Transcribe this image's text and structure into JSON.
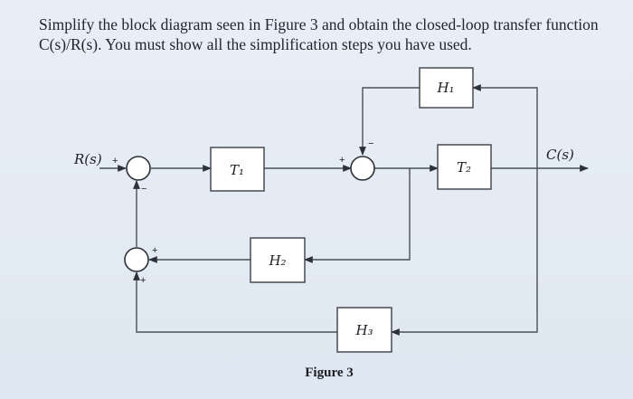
{
  "question": {
    "text": "Simplify the block diagram seen in Figure 3 and obtain the closed-loop transfer function C(s)/R(s). You must show all the simplification steps you have used."
  },
  "diagram": {
    "input_label": "R(s)",
    "output_label": "C(s)",
    "blocks": {
      "t1": "T₁",
      "t2": "T₂",
      "h1": "H₁",
      "h2": "H₂",
      "h3": "H₃"
    },
    "signs": {
      "sj1_input": "+",
      "sj1_feedback": "−",
      "sj2_forward": "+",
      "sj2_feedback": "−",
      "sj3_h2": "+",
      "sj3_h3": "+"
    },
    "caption": "Figure 3"
  }
}
